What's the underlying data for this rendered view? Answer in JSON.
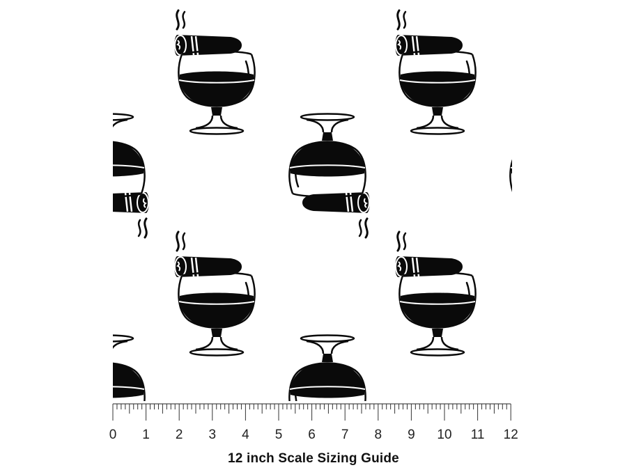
{
  "pattern": {
    "motifs": [
      "cigar-icon",
      "brandy-snifter-icon",
      "smoke-icon"
    ],
    "colors": {
      "ink": "#0a0a0a",
      "background": "#ffffff"
    }
  },
  "ruler": {
    "labels": [
      "0",
      "1",
      "2",
      "3",
      "4",
      "5",
      "6",
      "7",
      "8",
      "9",
      "10",
      "11",
      "12"
    ],
    "subdivisions_per_inch": 8
  },
  "caption": "12 inch Scale Sizing Guide"
}
